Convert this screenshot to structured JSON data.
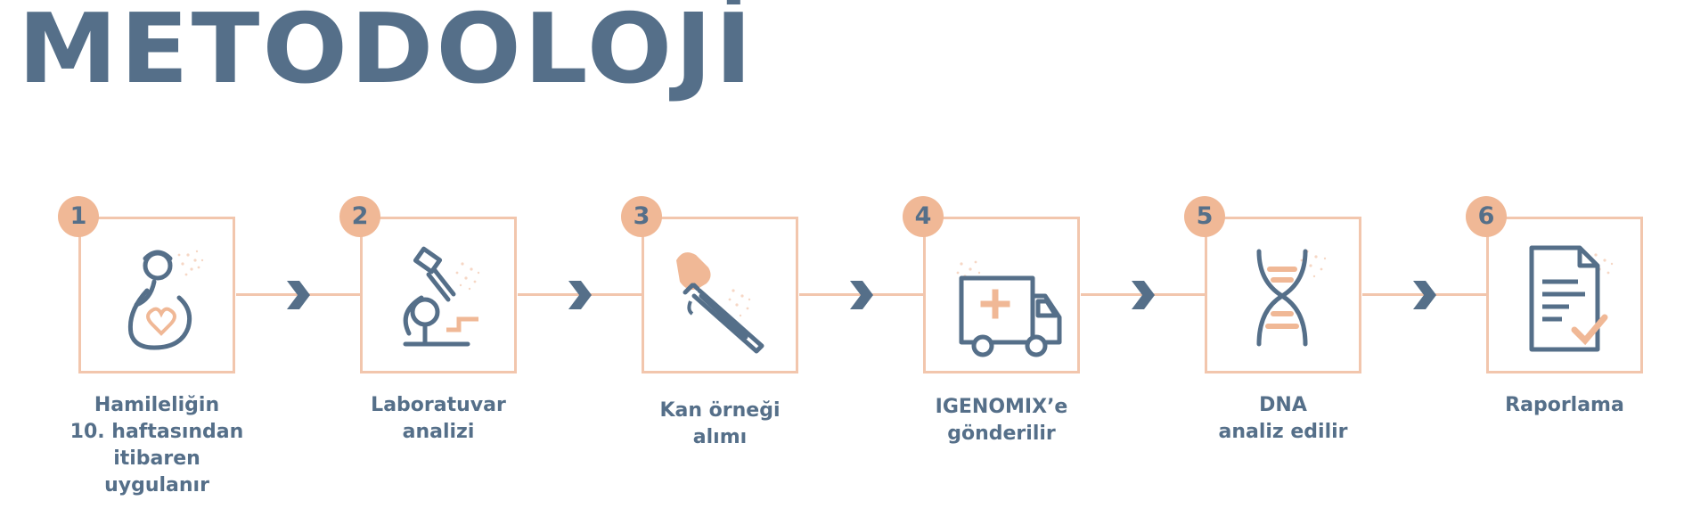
{
  "title": "METODOLOJİ",
  "steps": [
    {
      "number": "1",
      "lines": [
        "Hamileliğin",
        "10. haftasından",
        "itibaren",
        "uygulanır"
      ],
      "icon": "pregnant-woman-icon"
    },
    {
      "number": "2",
      "lines": [
        "Laboratuvar",
        "analizi"
      ],
      "icon": "microscope-icon"
    },
    {
      "number": "3",
      "lines": [
        "Kan örneği",
        "alımı"
      ],
      "icon": "pipette-icon"
    },
    {
      "number": "4",
      "lines": [
        "IGENOMIX’e",
        "gönderilir"
      ],
      "icon": "ambulance-icon"
    },
    {
      "number": "5",
      "lines": [
        "DNA",
        "analiz edilir"
      ],
      "icon": "dna-icon"
    },
    {
      "number": "6",
      "lines": [
        "Raporlama"
      ],
      "icon": "report-icon"
    }
  ],
  "colors": {
    "slate": "#556f89",
    "peach": "#f0b896",
    "peach_light": "#f2c6ad"
  }
}
